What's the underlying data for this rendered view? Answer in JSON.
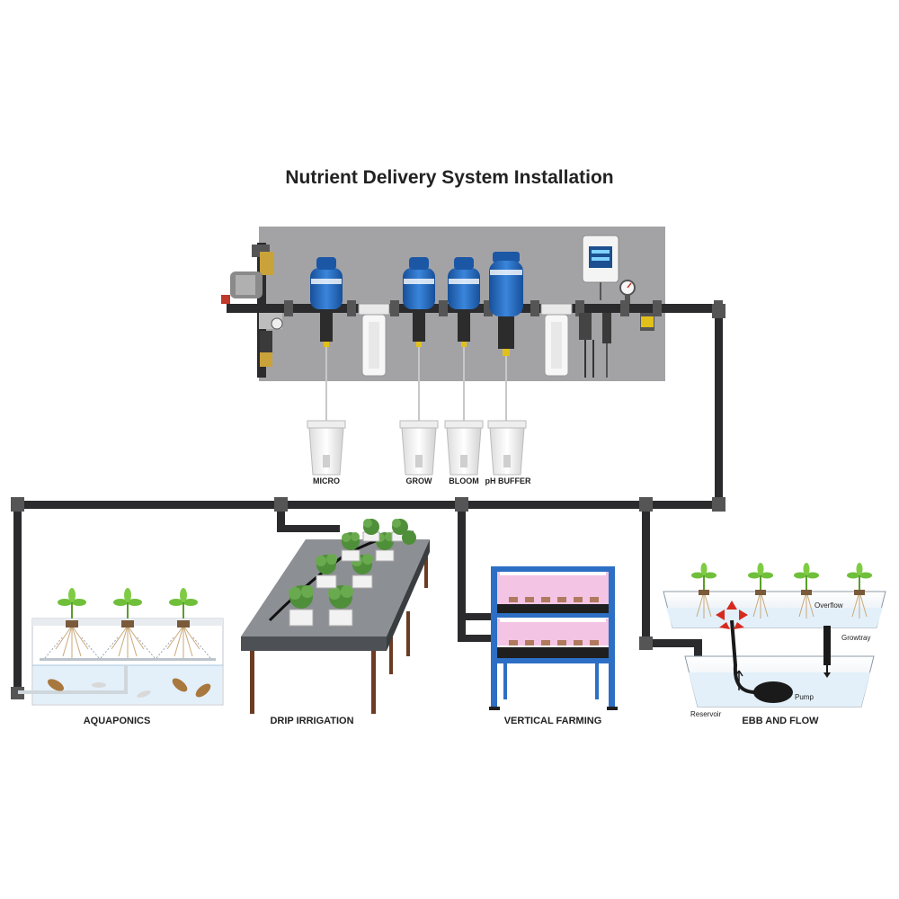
{
  "diagram": {
    "title": "Nutrient Delivery System Installation",
    "buckets": [
      "MICRO",
      "GROW",
      "BLOOM",
      "pH BUFFER"
    ],
    "systems": [
      "AQUAPONICS",
      "DRIP IRRIGATION",
      "VERTICAL FARMING",
      "EBB AND FLOW"
    ],
    "ebb_labels": {
      "overflow": "Overflow",
      "growtray": "Growtray",
      "pump": "Pump",
      "reservoir": "Reservoir"
    }
  },
  "colors": {
    "panel": "#a3a3a6",
    "pipe": "#2b2b2e",
    "injector_blue": "#1f63b8",
    "rack_blue": "#2d6fc4",
    "grow_light": "#f3c4e3",
    "water": "#e3f0fa"
  }
}
